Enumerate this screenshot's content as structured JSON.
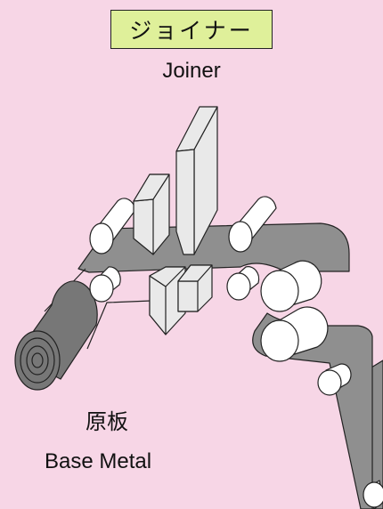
{
  "title_jp": "ジョイナー",
  "title_en": "Joiner",
  "material_jp": "原板",
  "material_en": "Base Metal",
  "colors": {
    "background": "#f7d6e6",
    "title_fill": "#dff09a",
    "strip": "#8f8f8f",
    "parts": "#e9e9e9",
    "coil": "#777777"
  }
}
